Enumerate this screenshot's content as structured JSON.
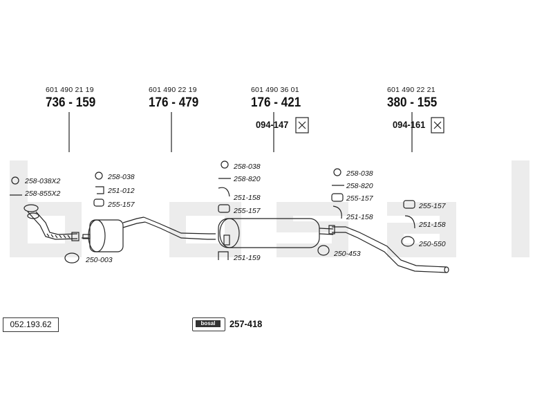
{
  "diagram_id": "052.193.62",
  "kit": {
    "part": "257-418",
    "brand": "bosal"
  },
  "sections": [
    {
      "oe": "601 490 21 19",
      "part": "736 - 159"
    },
    {
      "oe": "601 490 22 19",
      "part": "176 - 479"
    },
    {
      "oe": "601 490 36 01",
      "part": "176 - 421",
      "bracket": "094-147"
    },
    {
      "oe": "601 490 22 21",
      "part": "380 - 155",
      "bracket": "094-161"
    }
  ],
  "labels": {
    "l1": "258-038X2",
    "l2": "258-855X2",
    "l3": "250-003",
    "l4": "258-038",
    "l5": "251-012",
    "l6": "255-157",
    "l7": "258-038",
    "l8": "258-820",
    "l9": "251-158",
    "l10": "255-157",
    "l11": "251-159",
    "l12": "258-038",
    "l13": "258-820",
    "l14": "255-157",
    "l15": "251-158",
    "l16": "250-453",
    "l17": "255-157",
    "l18": "251-158",
    "l19": "250-550"
  },
  "watermark": "bosal"
}
